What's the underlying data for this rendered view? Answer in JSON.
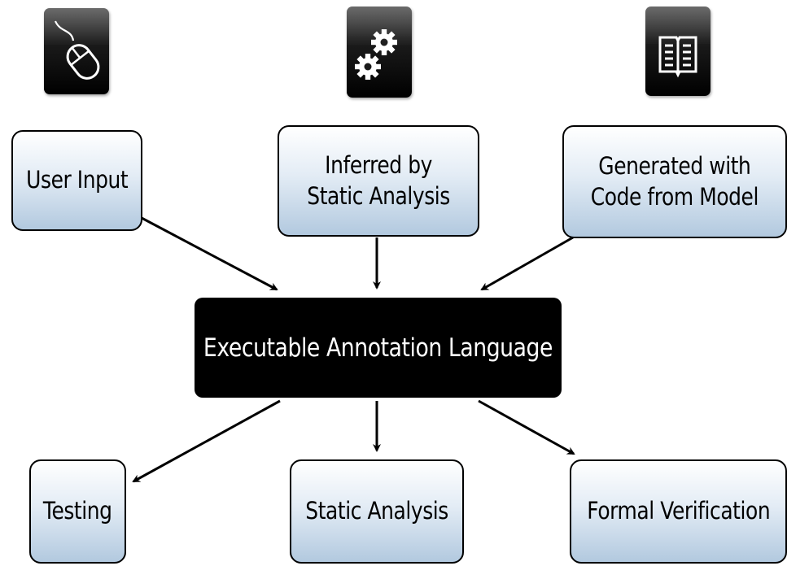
{
  "icons": {
    "mouse": "mouse-icon",
    "gears": "gears-icon",
    "book": "book-icon"
  },
  "sources": {
    "user_input": {
      "line1": "User Input"
    },
    "static_inference": {
      "line1": "Inferred by",
      "line2": "Static Analysis"
    },
    "model_generation": {
      "line1": "Generated with",
      "line2": "Code from Model"
    }
  },
  "central": {
    "label": "Executable Annotation Language"
  },
  "targets": {
    "testing": {
      "line1": "Testing"
    },
    "static_analysis": {
      "line1": "Static Analysis"
    },
    "formal_verification": {
      "line1": "Formal Verification"
    }
  },
  "colors": {
    "box_top": "#ffffff",
    "box_bottom": "#b2c9df",
    "central_fill": "#000000",
    "central_text": "#ffffff",
    "arrow": "#000000"
  }
}
